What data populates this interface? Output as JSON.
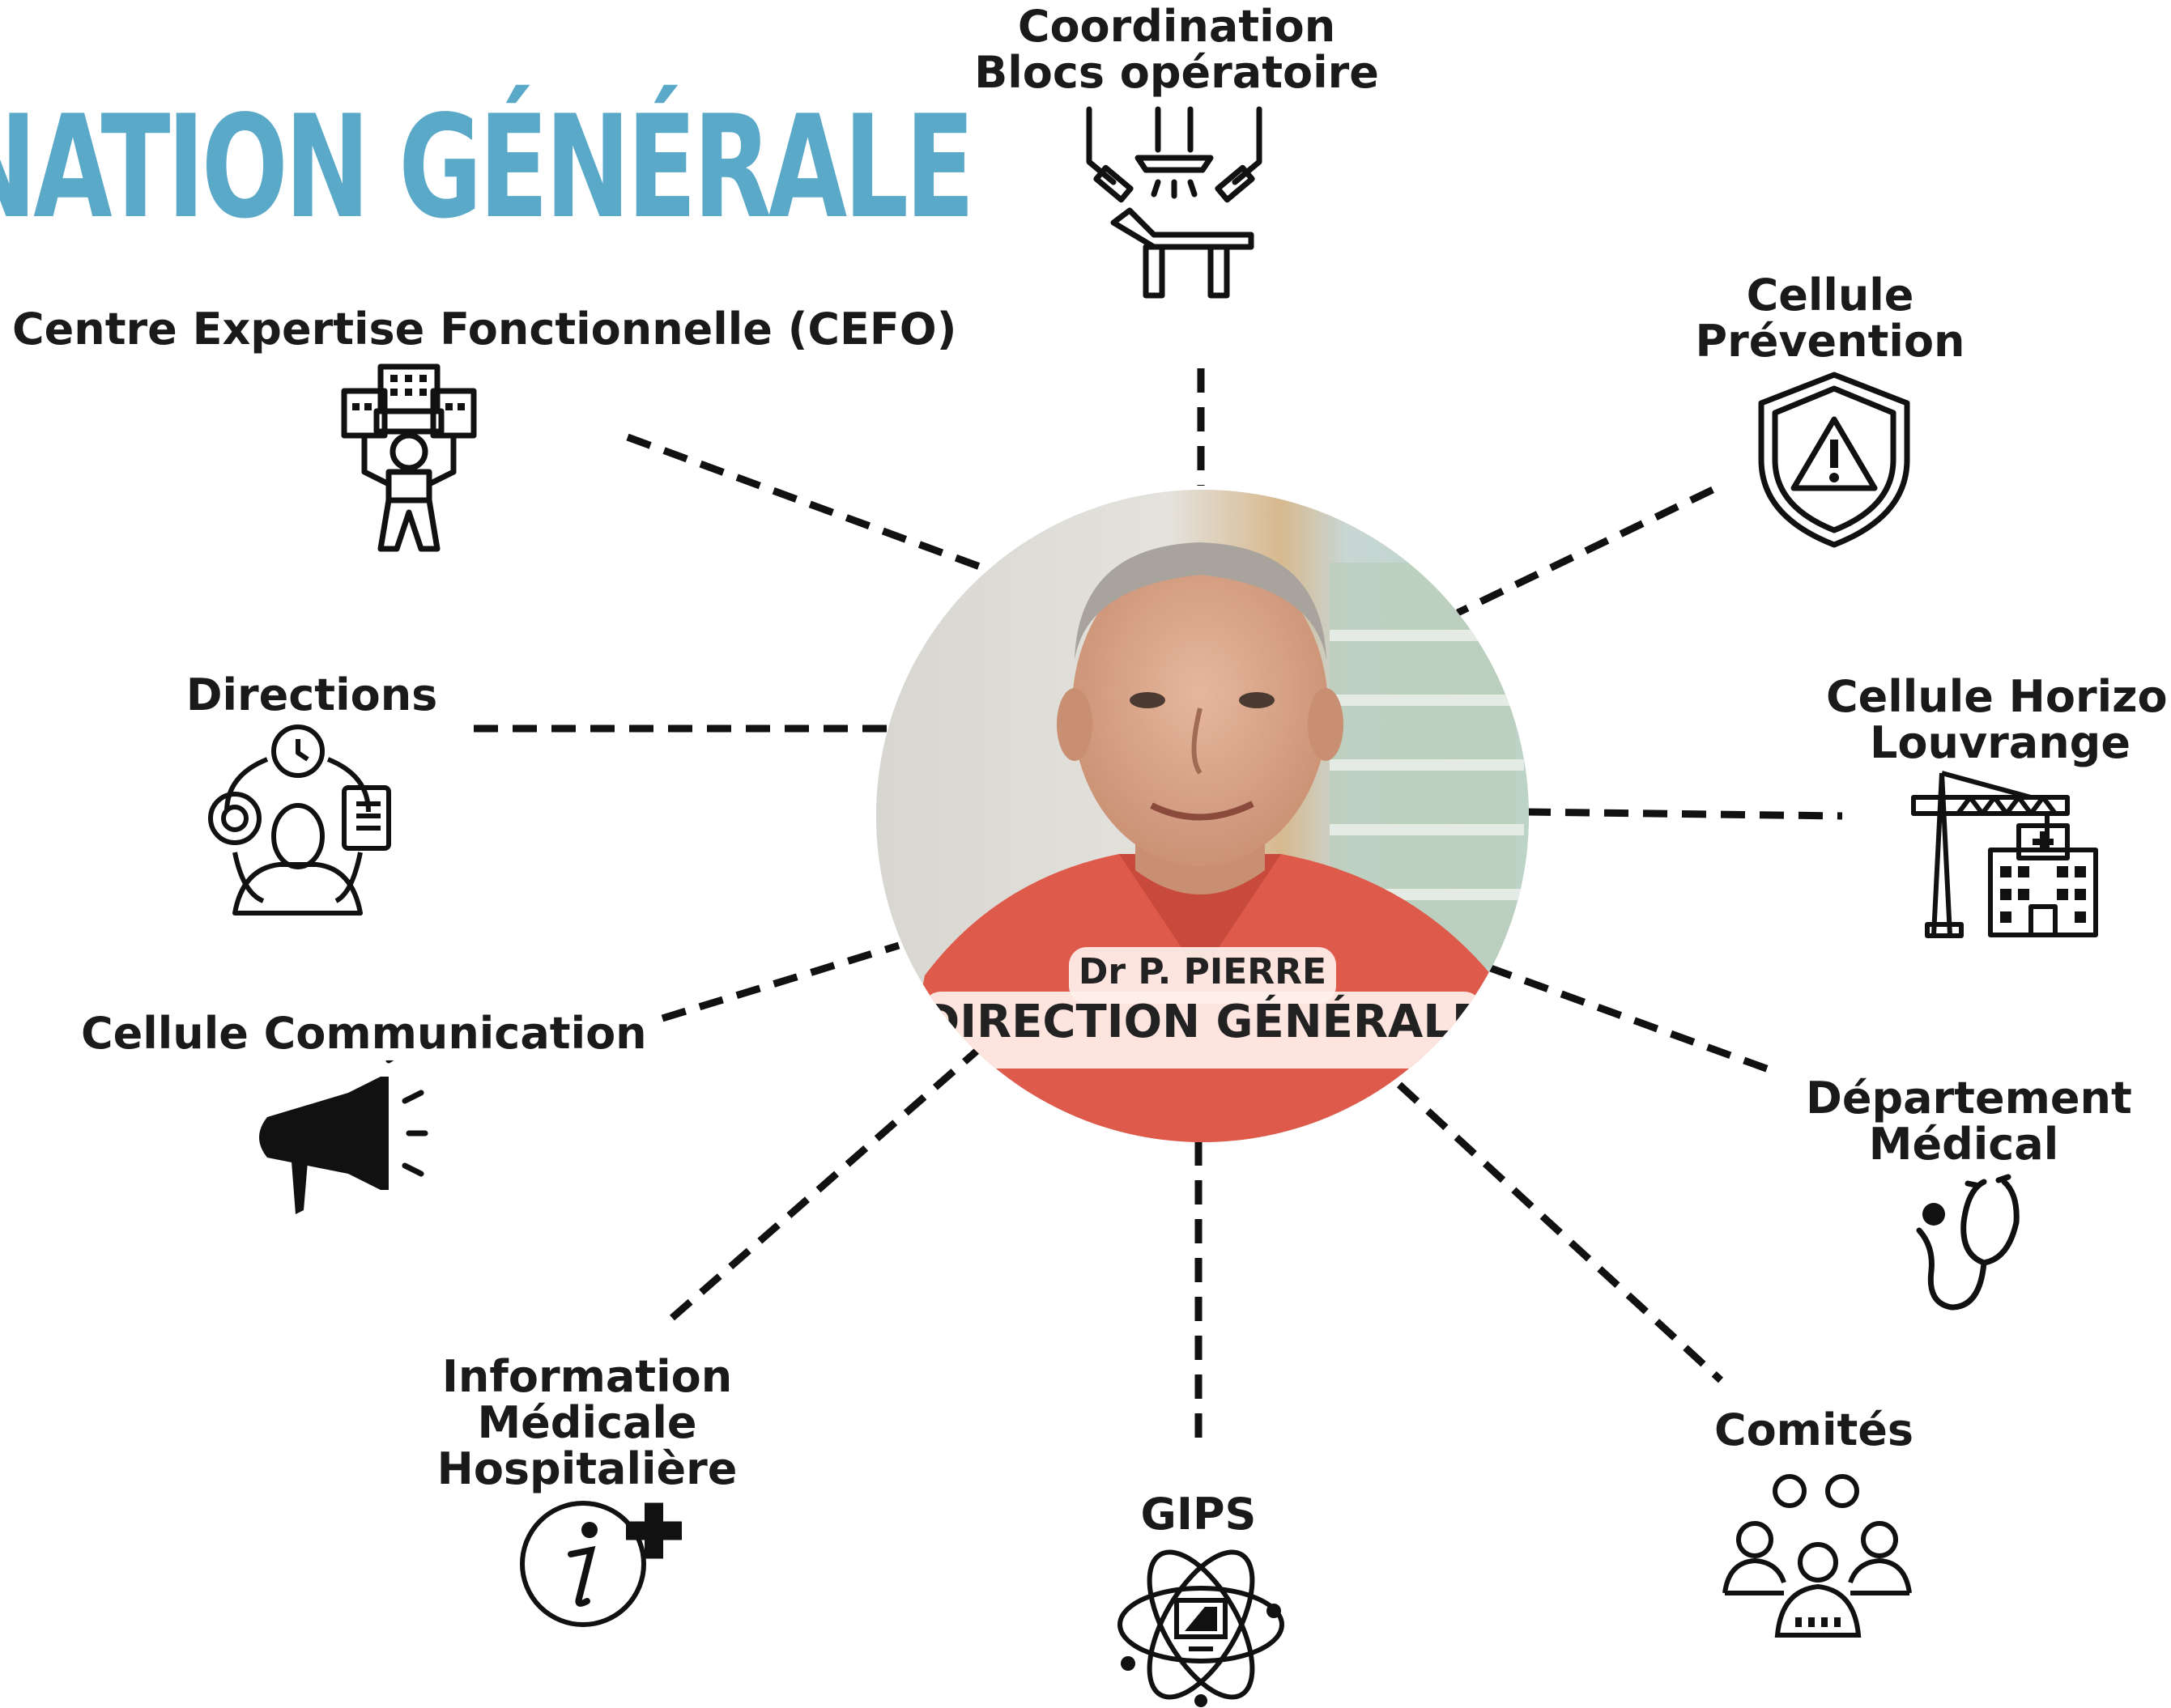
{
  "header": {
    "title": "NATION GÉNÉRALE"
  },
  "center": {
    "name": "Dr P. PIERRE",
    "role": "DIRECTION GÉNÉRALE"
  },
  "nodes": {
    "blocs": {
      "line1": "Coordination",
      "line2": "Blocs opératoire",
      "icon": "operating-room-icon"
    },
    "cefo": {
      "line1": "Centre Expertise Fonctionnelle (CEFO)",
      "icon": "person-lifting-building-icon"
    },
    "prevention": {
      "line1": "Cellule",
      "line2": "Prévention",
      "icon": "shield-warning-icon"
    },
    "directions": {
      "line1": "Directions",
      "icon": "manager-tasks-icon"
    },
    "horizon": {
      "line1": "Cellule Horizon",
      "line2": "Louvrange",
      "icon": "crane-hospital-icon"
    },
    "communication": {
      "line1": "Cellule Communication",
      "icon": "megaphone-icon"
    },
    "medical_dept": {
      "line1": "Département",
      "line2": "Médical",
      "icon": "stethoscope-icon"
    },
    "info": {
      "line1": "Information",
      "line2": "Médicale",
      "line3": "Hospitalière",
      "icon": "info-plus-icon"
    },
    "gips": {
      "line1": "GIPS",
      "icon": "atom-monitor-icon"
    },
    "comites": {
      "line1": "Comités",
      "icon": "group-meeting-icon"
    }
  },
  "colors": {
    "title": "#5aa9c8",
    "text": "#1a1a1a",
    "shirt": "#de5a4b"
  }
}
